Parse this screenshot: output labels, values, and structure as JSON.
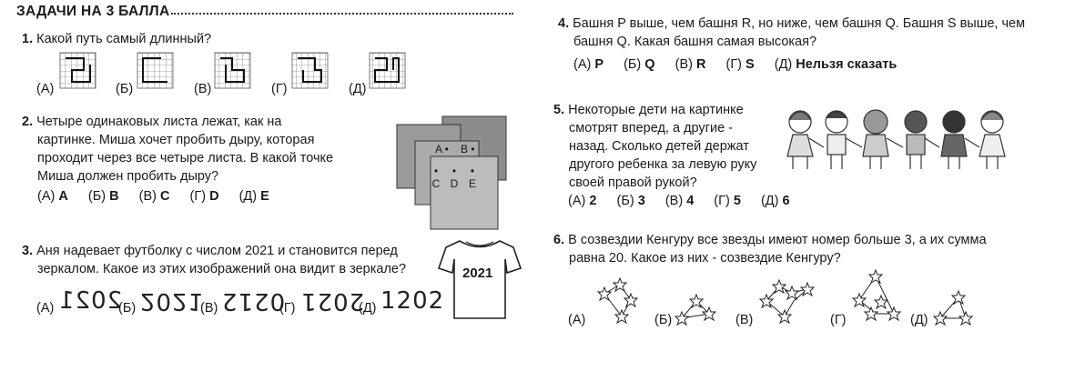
{
  "heading": "ЗАДАЧИ НА 3 БАЛЛА",
  "q1": {
    "num": "1.",
    "text": "Какой путь самый длинный?",
    "options": [
      "(А)",
      "(Б)",
      "(В)",
      "(Г)",
      "(Д)"
    ]
  },
  "q2": {
    "num": "2.",
    "lines": [
      "Четыре одинаковых листа лежат, как на",
      "картинке. Миша хочет пробить дыру, которая",
      "проходит через все четыре листа. В какой точке",
      "Миша должен пробить дыру?"
    ],
    "answers": [
      {
        "label": "(А)",
        "value": "A"
      },
      {
        "label": "(Б)",
        "value": "B"
      },
      {
        "label": "(В)",
        "value": "C"
      },
      {
        "label": "(Г)",
        "value": "D"
      },
      {
        "label": "(Д)",
        "value": "E"
      }
    ],
    "points": [
      "A",
      "B",
      "C",
      "D",
      "E"
    ]
  },
  "q3": {
    "num": "3.",
    "lines": [
      "Аня надевает футболку с числом 2021 и становится перед",
      "зеркалом. Какое из этих изображений она видит в зеркале?"
    ],
    "shirt_number": "2021",
    "answers": [
      {
        "label": "(А)",
        "value": "2021"
      },
      {
        "label": "(Б)",
        "value": "2021"
      },
      {
        "label": "(В)",
        "value": "0212"
      },
      {
        "label": "(Г)",
        "value": "2021"
      },
      {
        "label": "(Д)",
        "value": "1202"
      }
    ]
  },
  "q4": {
    "num": "4.",
    "lines": [
      "Башня P выше, чем башня R, но ниже, чем башня Q. Башня S выше, чем",
      "башня Q. Какая башня самая высокая?"
    ],
    "answers": [
      {
        "label": "(А)",
        "value": "P"
      },
      {
        "label": "(Б)",
        "value": "Q"
      },
      {
        "label": "(В)",
        "value": "R"
      },
      {
        "label": "(Г)",
        "value": "S"
      },
      {
        "label": "(Д)",
        "value": "Нельзя сказать"
      }
    ]
  },
  "q5": {
    "num": "5.",
    "lines": [
      "Некоторые дети на картинке",
      "смотрят вперед, а другие -",
      "назад. Сколько детей держат",
      "другого ребенка за левую руку",
      "своей правой рукой?"
    ],
    "answers": [
      {
        "label": "(А)",
        "value": "2"
      },
      {
        "label": "(Б)",
        "value": "3"
      },
      {
        "label": "(В)",
        "value": "4"
      },
      {
        "label": "(Г)",
        "value": "5"
      },
      {
        "label": "(Д)",
        "value": "6"
      }
    ]
  },
  "q6": {
    "num": "6.",
    "lines": [
      "В созвездии Кенгуру все звезды имеют номер больше 3, а их сумма",
      "равна 20. Какое из них - созвездие Кенгуру?"
    ],
    "options": [
      "(А)",
      "(Б)",
      "(В)",
      "(Г)",
      "(Д)"
    ]
  }
}
